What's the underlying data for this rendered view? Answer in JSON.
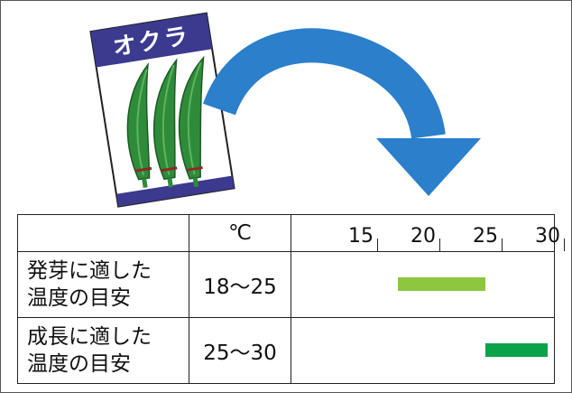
{
  "packet": {
    "title": "オクラ"
  },
  "table": {
    "unit_header": "℃",
    "scale": {
      "min": 10,
      "max": 30,
      "ticks": [
        "15",
        "20",
        "25",
        "30"
      ]
    },
    "rows": [
      {
        "label_lines": [
          "発芽に適した",
          "温度の目安"
        ],
        "range_text": "18〜25",
        "range": [
          18,
          25
        ],
        "color": "#8dc63f"
      },
      {
        "label_lines": [
          "成長に適した",
          "温度の目安"
        ],
        "range_text": "25〜30",
        "range": [
          25,
          30
        ],
        "color": "#0ca24a"
      }
    ]
  },
  "colors": {
    "arrow": "#2b7fcb",
    "packet_accent": "#3b3a8e",
    "okra": "#2e8b3a"
  }
}
